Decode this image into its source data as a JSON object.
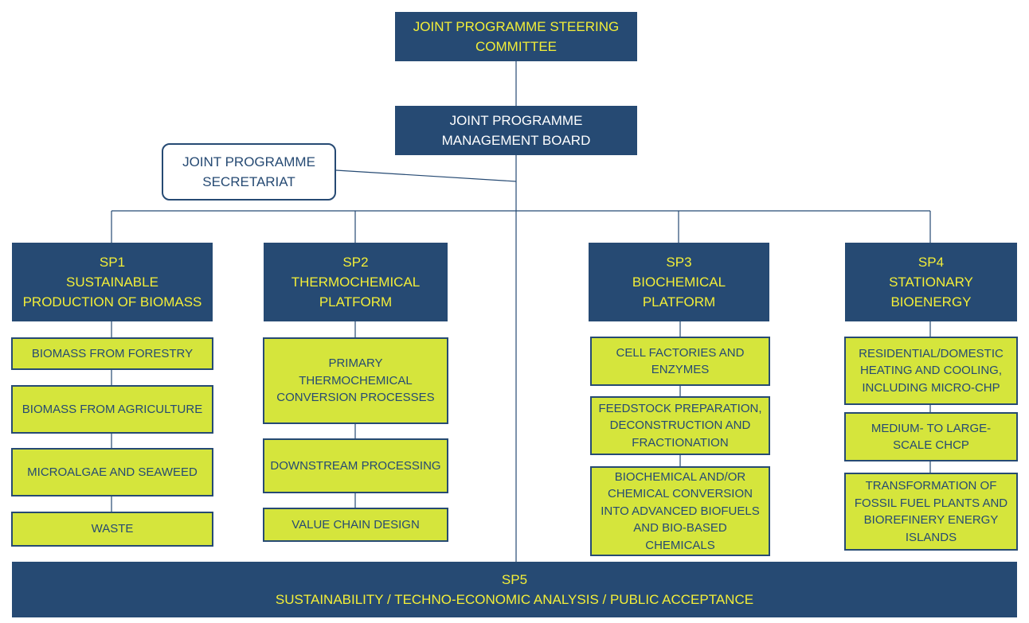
{
  "colors": {
    "navy": "#264a73",
    "yellow_text": "#f3ee38",
    "lime": "#d5e53c",
    "line": "#264a73"
  },
  "steering_committee": {
    "label": "JOINT PROGRAMME STEERING\nCOMMITTEE"
  },
  "management_board": {
    "label": "JOINT PROGRAMME\nMANAGEMENT BOARD"
  },
  "secretariat": {
    "label": "JOINT PROGRAMME\nSECRETARIAT"
  },
  "subprogrammes": [
    {
      "code": "SP1",
      "title": "SUSTAINABLE\nPRODUCTION OF BIOMASS",
      "items": [
        "BIOMASS FROM FORESTRY",
        "BIOMASS FROM AGRICULTURE",
        "MICROALGAE AND SEAWEED",
        "WASTE"
      ]
    },
    {
      "code": "SP2",
      "title": "THERMOCHEMICAL\nPLATFORM",
      "items": [
        "PRIMARY\nTHERMOCHEMICAL\nCONVERSION PROCESSES",
        "DOWNSTREAM PROCESSING",
        "VALUE CHAIN DESIGN"
      ]
    },
    {
      "code": "SP3",
      "title": "BIOCHEMICAL\nPLATFORM",
      "items": [
        "CELL FACTORIES AND\nENZYMES",
        "FEEDSTOCK PREPARATION,\nDECONSTRUCTION AND\nFRACTIONATION",
        "BIOCHEMICAL AND/OR\nCHEMICAL CONVERSION\nINTO ADVANCED BIOFUELS\nAND BIO-BASED\nCHEMICALS"
      ]
    },
    {
      "code": "SP4",
      "title": "STATIONARY\nBIOENERGY",
      "items": [
        "RESIDENTIAL/DOMESTIC\nHEATING AND COOLING,\nINCLUDING MICRO-CHP",
        "MEDIUM- TO LARGE-\nSCALE CHCP",
        "TRANSFORMATION OF\nFOSSIL FUEL PLANTS AND\nBIOREFINERY ENERGY\nISLANDS"
      ]
    }
  ],
  "sp5": {
    "code": "SP5",
    "title": "SUSTAINABILITY / TECHNO-ECONOMIC ANALYSIS / PUBLIC ACCEPTANCE"
  }
}
